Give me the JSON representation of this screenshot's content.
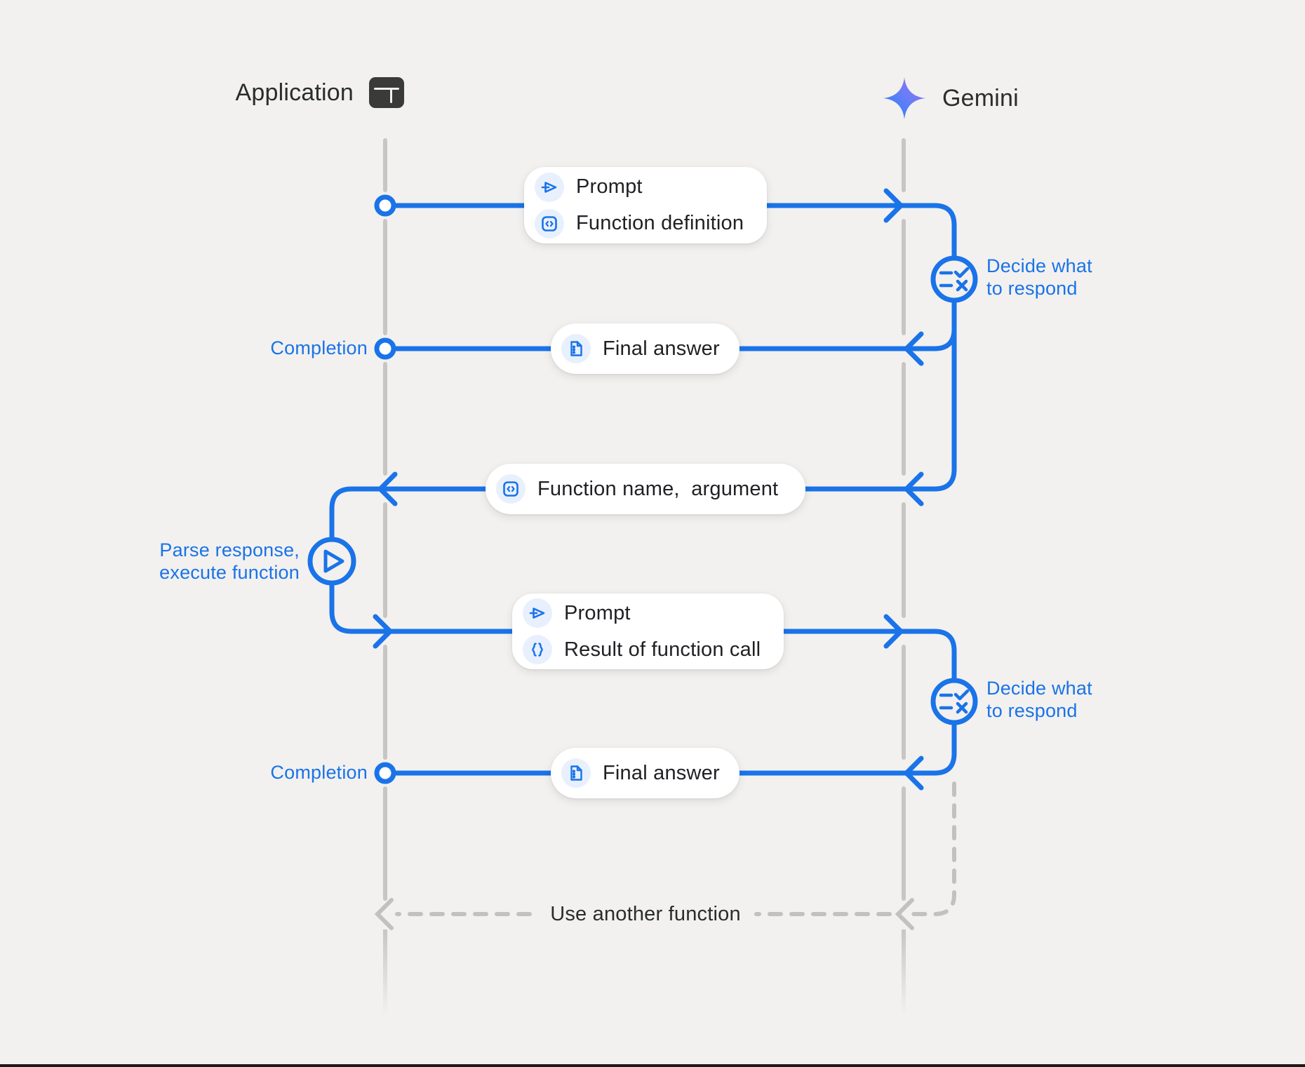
{
  "actors": {
    "application": {
      "label": "Application",
      "icon": "app-window-icon"
    },
    "gemini": {
      "label": "Gemini",
      "icon": "gemini-sparkle-icon"
    }
  },
  "pills": {
    "prompt_function_definition": {
      "rows": [
        {
          "icon": "send-icon",
          "label": "Prompt"
        },
        {
          "icon": "code-brackets-icon",
          "label": "Function definition"
        }
      ]
    },
    "final_answer_1": {
      "rows": [
        {
          "icon": "document-icon",
          "label": "Final answer"
        }
      ]
    },
    "function_name_argument": {
      "rows": [
        {
          "icon": "code-brackets-icon",
          "label": "Function name,  argument"
        }
      ]
    },
    "prompt_function_result": {
      "rows": [
        {
          "icon": "send-icon",
          "label": "Prompt"
        },
        {
          "icon": "curly-braces-icon",
          "label": "Result of function call"
        }
      ]
    },
    "final_answer_2": {
      "rows": [
        {
          "icon": "document-icon",
          "label": "Final answer"
        }
      ]
    }
  },
  "labels": {
    "completion_1": "Completion",
    "completion_2": "Completion",
    "decide_1": {
      "line1": "Decide what",
      "line2": "to respond"
    },
    "decide_2": {
      "line1": "Decide what",
      "line2": "to respond"
    },
    "parse_execute": {
      "line1": "Parse response,",
      "line2": "execute function"
    },
    "use_another_function": "Use another function"
  },
  "colors": {
    "accent_blue": "#1a73e8",
    "icon_chip_bg": "#e8f0fe",
    "text_dark": "#202124",
    "lifeline_gray": "#c8c6c3",
    "background": "#f2f1ef"
  }
}
